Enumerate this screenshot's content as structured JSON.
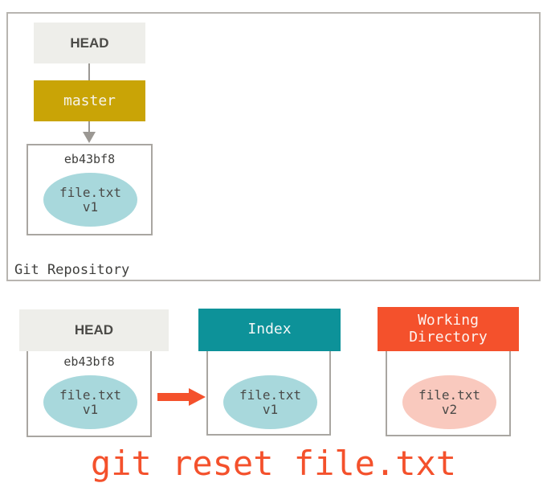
{
  "diagram": {
    "title": "git reset file.txt",
    "command": "git reset file.txt",
    "repository_label": "Git Repository",
    "colors": {
      "head_chip_bg": "#eeeeea",
      "master_chip_bg": "#c9a406",
      "index_chip_bg": "#0d9299",
      "working_dir_chip_bg": "#f4512c",
      "blob_blue": "#a8d8dc",
      "blob_pink": "#f9c9be",
      "arrow_red": "#f4512c",
      "frame_border": "#b8b5b0",
      "box_border": "#a9a6a1",
      "connector_gray": "#9b9893",
      "text_dark": "#4a4a48",
      "command_text": "#f4512c"
    },
    "repository": {
      "head_label": "HEAD",
      "branch_label": "master",
      "commit": {
        "sha": "eb43bf8",
        "blob": {
          "file": "file.txt",
          "version": "v1"
        }
      }
    },
    "areas": [
      {
        "name": "head",
        "header": "HEAD",
        "sha": "eb43bf8",
        "blob": {
          "file": "file.txt",
          "version": "v1"
        }
      },
      {
        "name": "index",
        "header": "Index",
        "sha": "",
        "blob": {
          "file": "file.txt",
          "version": "v1"
        }
      },
      {
        "name": "working-directory",
        "header_line1": "Working",
        "header_line2": "Directory",
        "sha": "",
        "blob": {
          "file": "file.txt",
          "version": "v2"
        }
      }
    ],
    "arrow": {
      "name": "head-to-index-arrow",
      "from": "head",
      "to": "index",
      "direction": "right"
    }
  }
}
